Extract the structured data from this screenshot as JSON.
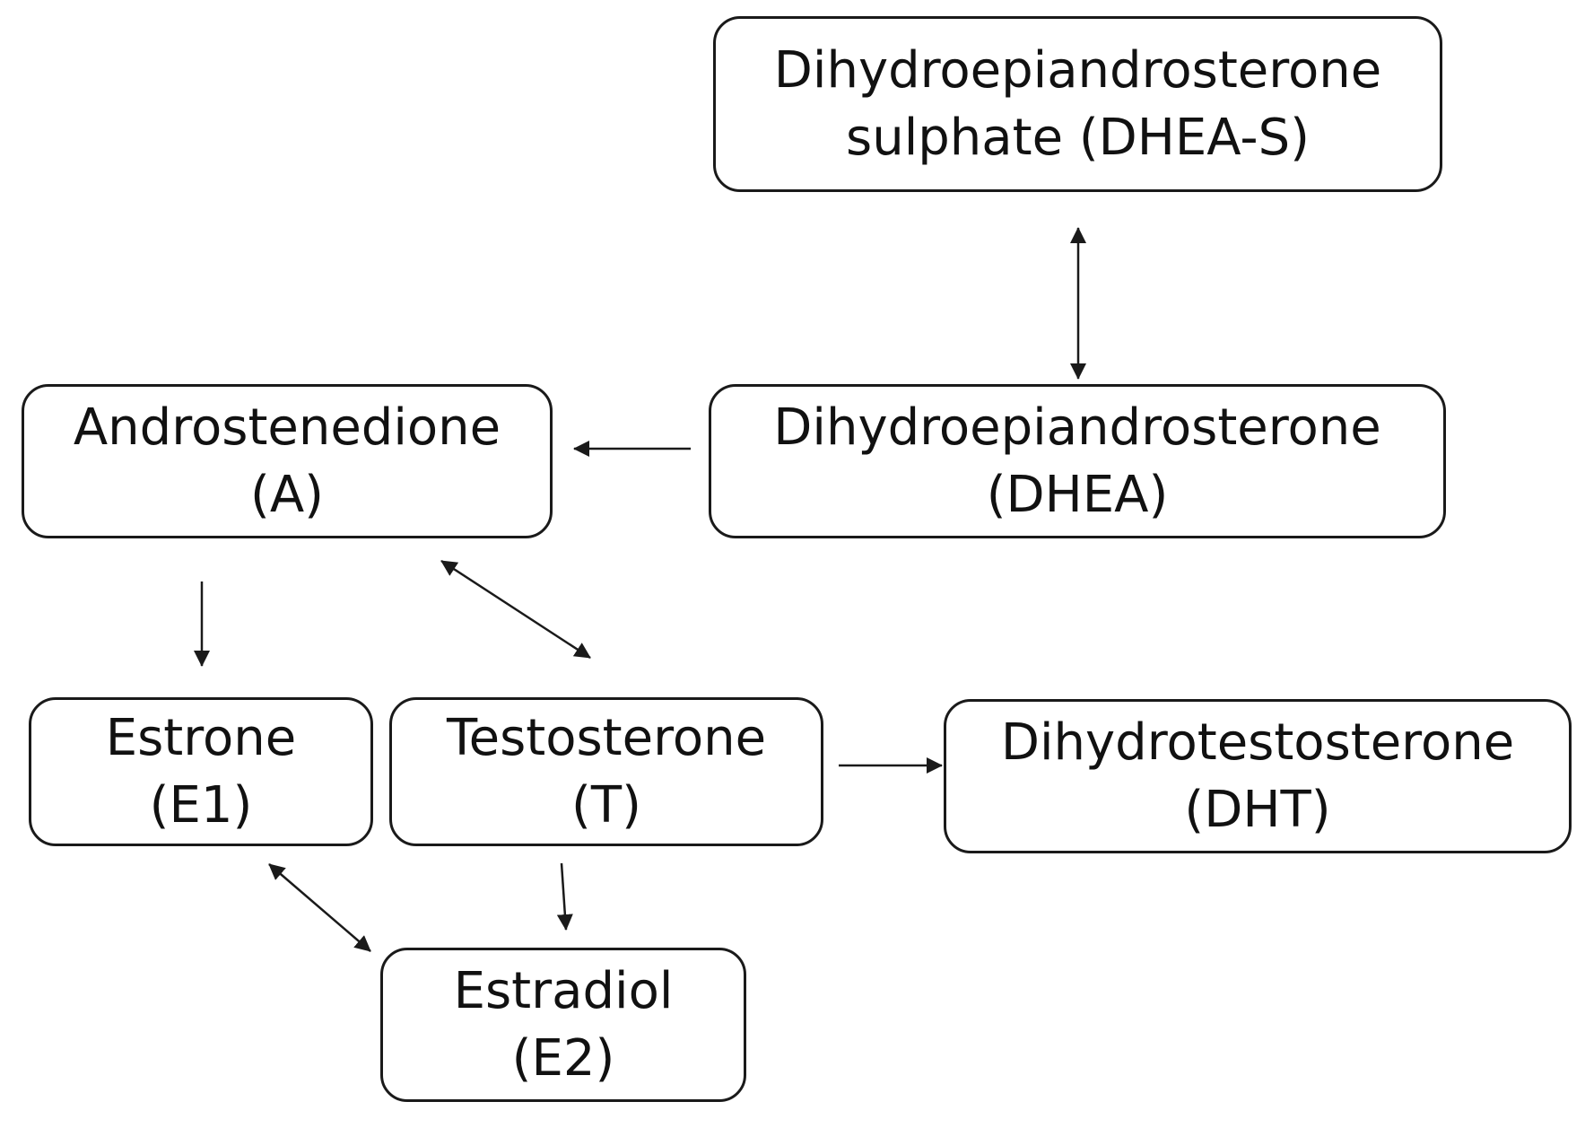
{
  "nodes": {
    "dheas": {
      "line1": "Dihydroepiandrosterone",
      "line2": "sulphate (DHEA-S)"
    },
    "dhea": {
      "line1": "Dihydroepiandrosterone",
      "line2": "(DHEA)"
    },
    "andro": {
      "line1": "Androstenedione",
      "line2": "(A)"
    },
    "e1": {
      "line1": "Estrone",
      "line2": "(E1)"
    },
    "t": {
      "line1": "Testosterone",
      "line2": "(T)"
    },
    "dht": {
      "line1": "Dihydrotestosterone",
      "line2": "(DHT)"
    },
    "e2": {
      "line1": "Estradiol",
      "line2": "(E2)"
    }
  },
  "edges": [
    {
      "from": "DHEA",
      "to": "DHEA-S",
      "direction": "bidirectional"
    },
    {
      "from": "DHEA",
      "to": "A",
      "direction": "forward"
    },
    {
      "from": "A",
      "to": "E1",
      "direction": "forward"
    },
    {
      "from": "A",
      "to": "T",
      "direction": "bidirectional"
    },
    {
      "from": "T",
      "to": "DHT",
      "direction": "forward"
    },
    {
      "from": "T",
      "to": "E2",
      "direction": "forward"
    },
    {
      "from": "E1",
      "to": "E2",
      "direction": "bidirectional"
    }
  ],
  "colors": {
    "stroke": "#1a1a1a",
    "text": "#111111",
    "background": "#ffffff"
  }
}
